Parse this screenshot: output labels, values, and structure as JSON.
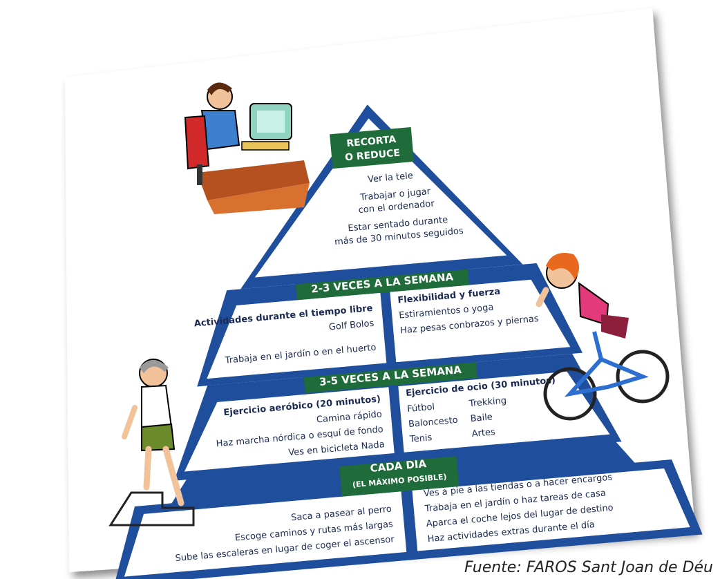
{
  "colors": {
    "pyramid_blue": "#1f4f9c",
    "band_green": "#1f6b3a",
    "text_navy": "#1b2a52",
    "card_bg": "#ffffff"
  },
  "pyramid": {
    "top": {
      "header": [
        "RECORTA",
        "O REDUCE"
      ],
      "items": [
        "Ver la tele",
        "Trabajar o jugar",
        "con el ordenador",
        "Estar sentado durante",
        "más de 30 minutos seguidos"
      ]
    },
    "level2": {
      "header": "2-3 VECES A LA SEMANA",
      "left_title": "Actividades durante el tiempo libre",
      "left_row1": "Golf  Bolos",
      "left_row2": "Trabaja en el jardín o en el huerto",
      "right_title": "Flexibilidad y fuerza",
      "right_row1": "Estiramientos o yoga",
      "right_row2": "Haz pesas conbrazos y piernas"
    },
    "level3": {
      "header": "3-5 VECES A LA SEMANA",
      "left_title": "Ejercicio aeróbico (20 minutos)",
      "left_items": [
        "Camina rápido",
        "Haz marcha nórdica o esquí de fondo",
        "Ves en bicicleta      Nada"
      ],
      "right_title": "Ejercicio de ocio (30 minutos)",
      "right_col1": [
        "Fútbol",
        "Baloncesto",
        "Tenis"
      ],
      "right_col2": [
        "Trekking",
        "Baile",
        "Artes"
      ]
    },
    "base": {
      "header": [
        "CADA DÍA",
        "(EL MÁXIMO POSIBLE)"
      ],
      "left_items": [
        "Saca a pasear al perro",
        "Escoge caminos y rutas más largas",
        "Sube las escaleras en lugar de coger el ascensor"
      ],
      "right_items": [
        "Ves a pie a las tiendas o a hacer encargos",
        "Trabaja en el jardín o haz tareas de casa",
        "Aparca el coche lejos del lugar de destino",
        "Haz actividades extras durante el día"
      ]
    }
  },
  "illustrations": {
    "top_left": "person-at-computer-illustration",
    "right": "woman-cycling-illustration",
    "left": "woman-climbing-stairs-illustration"
  },
  "source": "Fuente: FAROS Sant Joan de Déu"
}
